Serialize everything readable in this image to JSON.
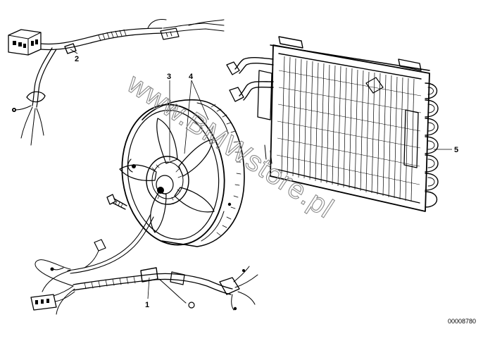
{
  "callouts": [
    {
      "id": "1",
      "label": "1"
    },
    {
      "id": "2",
      "label": "2"
    },
    {
      "id": "3",
      "label": "3"
    },
    {
      "id": "4",
      "label": "4"
    },
    {
      "id": "5",
      "label": "5"
    }
  ],
  "watermark": "www.BMWstore.pl",
  "document_number": "00008780"
}
